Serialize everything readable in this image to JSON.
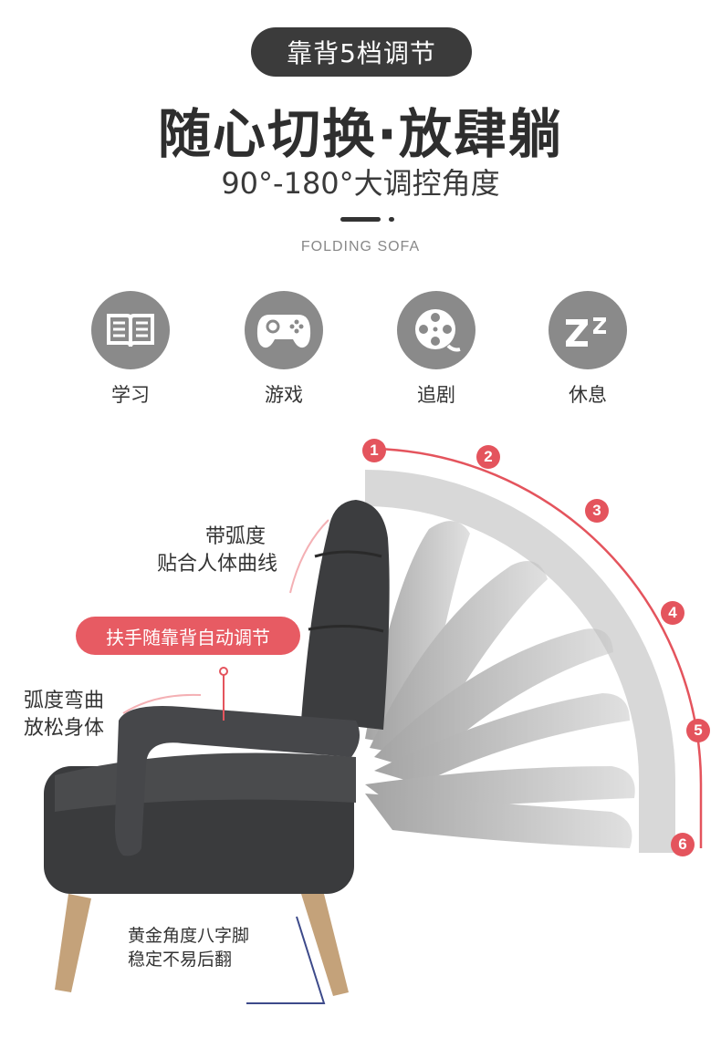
{
  "header": {
    "badge": "靠背5档调节",
    "title": "随心切换·放肆躺",
    "subtitle": "90°-180°大调控角度",
    "english_tag": "FOLDING SOFA"
  },
  "features": [
    {
      "label": "学习",
      "icon": "book-icon"
    },
    {
      "label": "游戏",
      "icon": "gamepad-icon"
    },
    {
      "label": "追剧",
      "icon": "film-reel-icon"
    },
    {
      "label": "休息",
      "icon": "sleep-zz-icon"
    }
  ],
  "annotations": {
    "headrest": [
      "带弧度",
      "贴合人体曲线"
    ],
    "armrest": "扶手随靠背自动调节",
    "backrest": [
      "弧度弯曲",
      "放松身体"
    ],
    "legs": [
      "黄金角度八字脚",
      "稳定不易后翻"
    ]
  },
  "positions": [
    "1",
    "2",
    "3",
    "4",
    "5",
    "6"
  ],
  "colors": {
    "accent": "#e4545d",
    "dark": "#3b3b3b",
    "icon_bg": "#8a8a8a"
  }
}
